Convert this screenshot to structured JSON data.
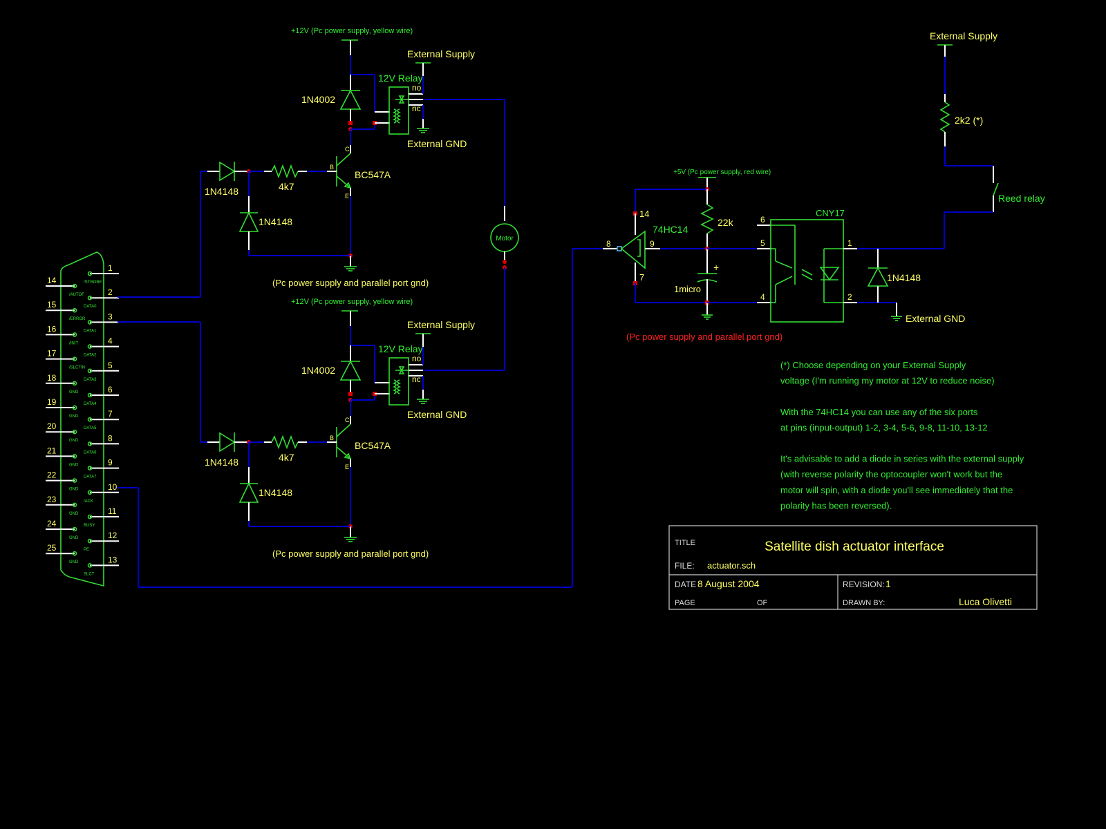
{
  "connector": {
    "pins_left": [
      {
        "num": "14",
        "signal": "/AUTOF"
      },
      {
        "num": "15",
        "signal": "/ERROR"
      },
      {
        "num": "16",
        "signal": "/INIT"
      },
      {
        "num": "17",
        "signal": "/SLCTIN"
      },
      {
        "num": "18",
        "signal": "GND"
      },
      {
        "num": "19",
        "signal": "GND"
      },
      {
        "num": "20",
        "signal": "GND"
      },
      {
        "num": "21",
        "signal": "GND"
      },
      {
        "num": "22",
        "signal": "GND"
      },
      {
        "num": "23",
        "signal": "GND"
      },
      {
        "num": "24",
        "signal": "GND"
      },
      {
        "num": "25",
        "signal": "GND"
      }
    ],
    "pins_right": [
      {
        "num": "1",
        "signal": "/STROBE"
      },
      {
        "num": "2",
        "signal": "DATA0"
      },
      {
        "num": "3",
        "signal": "DATA1"
      },
      {
        "num": "4",
        "signal": "DATA2"
      },
      {
        "num": "5",
        "signal": "DATA3"
      },
      {
        "num": "6",
        "signal": "DATA4"
      },
      {
        "num": "7",
        "signal": "DATA5"
      },
      {
        "num": "8",
        "signal": "DATA6"
      },
      {
        "num": "9",
        "signal": "DATA7"
      },
      {
        "num": "10",
        "signal": "/ACK"
      },
      {
        "num": "11",
        "signal": "BUSY"
      },
      {
        "num": "12",
        "signal": "PE"
      },
      {
        "num": "13",
        "signal": "SLCT"
      }
    ]
  },
  "drivers": [
    {
      "supply_label": "+12V (Pc power supply, yellow wire)",
      "flyback_diode": "1N4002",
      "relay_label": "12V Relay",
      "relay_no": "no",
      "relay_nc": "nc",
      "ext_supply": "External Supply",
      "ext_gnd": "External GND",
      "input_diode": "1N4148",
      "clamp_diode": "1N4148",
      "resistor": "4k7",
      "transistor": "BC547A",
      "pin_b": "B",
      "pin_c": "C",
      "pin_e": "E",
      "gnd_label": "(Pc power supply and parallel port gnd)"
    },
    {
      "supply_label": "+12V (Pc power supply, yellow wire)",
      "flyback_diode": "1N4002",
      "relay_label": "12V Relay",
      "relay_no": "no",
      "relay_nc": "nc",
      "ext_supply": "External Supply",
      "ext_gnd": "External GND",
      "input_diode": "1N4148",
      "clamp_diode": "1N4148",
      "resistor": "4k7",
      "transistor": "BC547A",
      "pin_b": "B",
      "pin_c": "C",
      "pin_e": "E",
      "gnd_label": "(Pc power supply and parallel port gnd)"
    }
  ],
  "motor": {
    "label": "Motor"
  },
  "sensor": {
    "supply_label": "+5V (Pc power supply, red wire)",
    "gate": "74HC14",
    "gate_pin_in": "8",
    "gate_pin_out": "9",
    "gate_pin_vcc": "14",
    "gate_pin_gnd": "7",
    "pullup": "22k",
    "cap": "1micro",
    "cap_plus": "+",
    "gnd_label": "(Pc power supply and parallel port gnd)",
    "opto": "CNY17",
    "opto_pins": [
      "6",
      "5",
      "4",
      "1",
      "2"
    ],
    "opto_diode": "1N4148",
    "ext_gnd": "External GND",
    "ext_supply": "External Supply",
    "ext_resistor": "2k2 (*)",
    "reed": "Reed relay"
  },
  "notes": [
    "(*) Choose depending on your External Supply",
    "voltage (I'm running my motor at 12V to reduce noise)",
    "",
    "With the 74HC14 you can use any of the six ports",
    "at pins (input-output) 1-2, 3-4, 5-6, 9-8, 11-10, 13-12",
    "",
    "It's advisable to add a diode in series with the external supply",
    "(with reverse polarity the optocoupler won't work but the",
    "motor will spin, with a diode you'll see immediately that the",
    "polarity has been reversed)."
  ],
  "titleblock": {
    "title_label": "TITLE",
    "title": "Satellite dish actuator interface",
    "file_label": "FILE:",
    "file": "actuator.sch",
    "date_label": "DATE",
    "date": "8 August 2004",
    "revision_label": "REVISION:",
    "revision": "1",
    "page_label": "PAGE",
    "of_label": "OF",
    "drawn_label": "DRAWN BY:",
    "drawn_by": "Luca Olivetti"
  }
}
